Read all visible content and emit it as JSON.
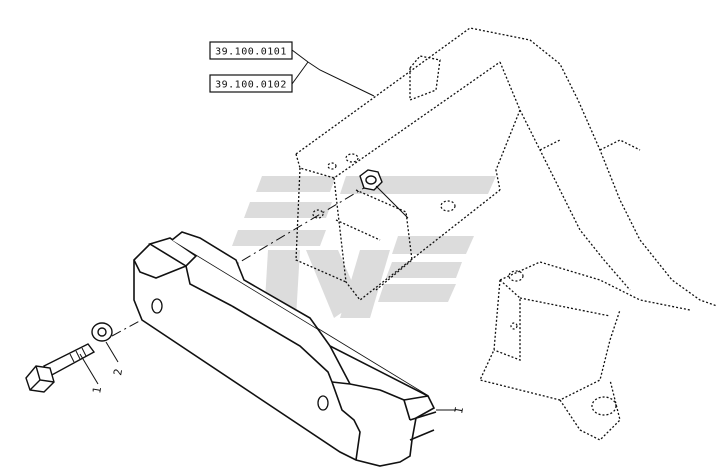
{
  "references": [
    {
      "code": "39.100.0101"
    },
    {
      "code": "39.100.0102"
    }
  ],
  "callouts": [
    {
      "label": "1"
    },
    {
      "label": "2"
    },
    {
      "label": "I"
    }
  ],
  "colors": {
    "line": "#111111",
    "watermark": "#d9d9d9",
    "background": "#ffffff"
  }
}
